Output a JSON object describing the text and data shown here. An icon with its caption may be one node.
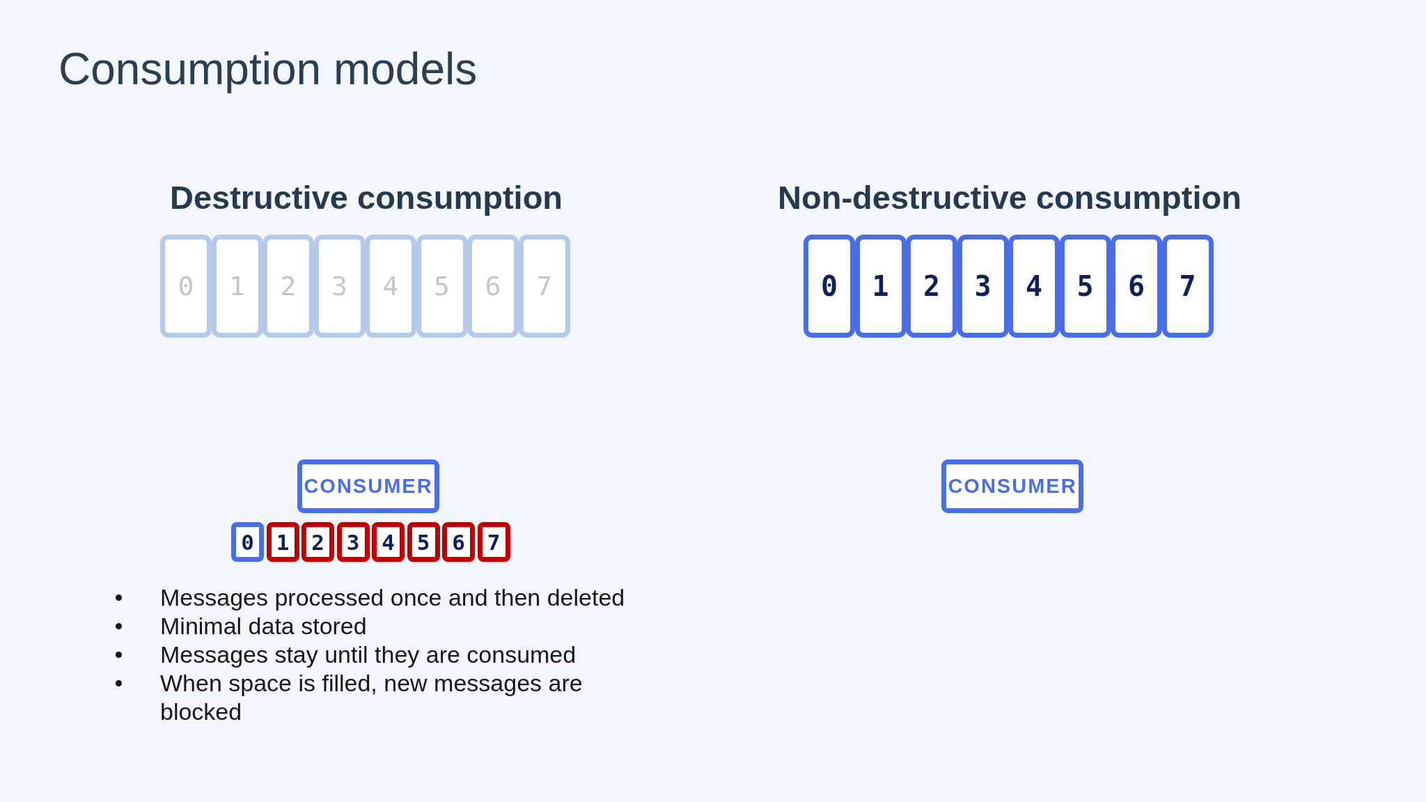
{
  "diagram": {
    "title": "Consumption models",
    "nodes": [
      {
        "text": [
          "0"
        ]
      },
      {
        "text": [
          "1"
        ]
      },
      {
        "text": [
          "2"
        ]
      },
      {
        "text": [
          "3"
        ]
      },
      {
        "text": [
          "4"
        ]
      },
      {
        "text": [
          "5"
        ]
      },
      {
        "text": [
          "6"
        ]
      },
      {
        "text": [
          "7"
        ]
      },
      {
        "text": [
          "0"
        ]
      },
      {
        "text": [
          "1"
        ]
      },
      {
        "text": [
          "2"
        ]
      },
      {
        "text": [
          "3"
        ]
      },
      {
        "text": [
          "4"
        ]
      },
      {
        "text": [
          "5"
        ]
      },
      {
        "text": [
          "6"
        ]
      },
      {
        "text": [
          "7"
        ]
      },
      {
        "text": [
          "CONSUMER"
        ]
      },
      {
        "text": [
          "CONSUMER"
        ]
      },
      {
        "text": [
          "0"
        ]
      },
      {
        "text": [
          "1"
        ]
      },
      {
        "text": [
          "2"
        ]
      },
      {
        "text": [
          "3"
        ]
      },
      {
        "text": [
          "4"
        ]
      },
      {
        "text": [
          "5"
        ]
      },
      {
        "text": [
          "6"
        ]
      },
      {
        "text": [
          "7"
        ]
      }
    ],
    "edges": [],
    "labels": [
      "Destructive consumption",
      "Non-destructive consumption",
      "Messages processed once and then deleted",
      "Minimal data stored",
      "Messages stay until they are consumed",
      "When space is filled, new messages are blocked"
    ]
  }
}
